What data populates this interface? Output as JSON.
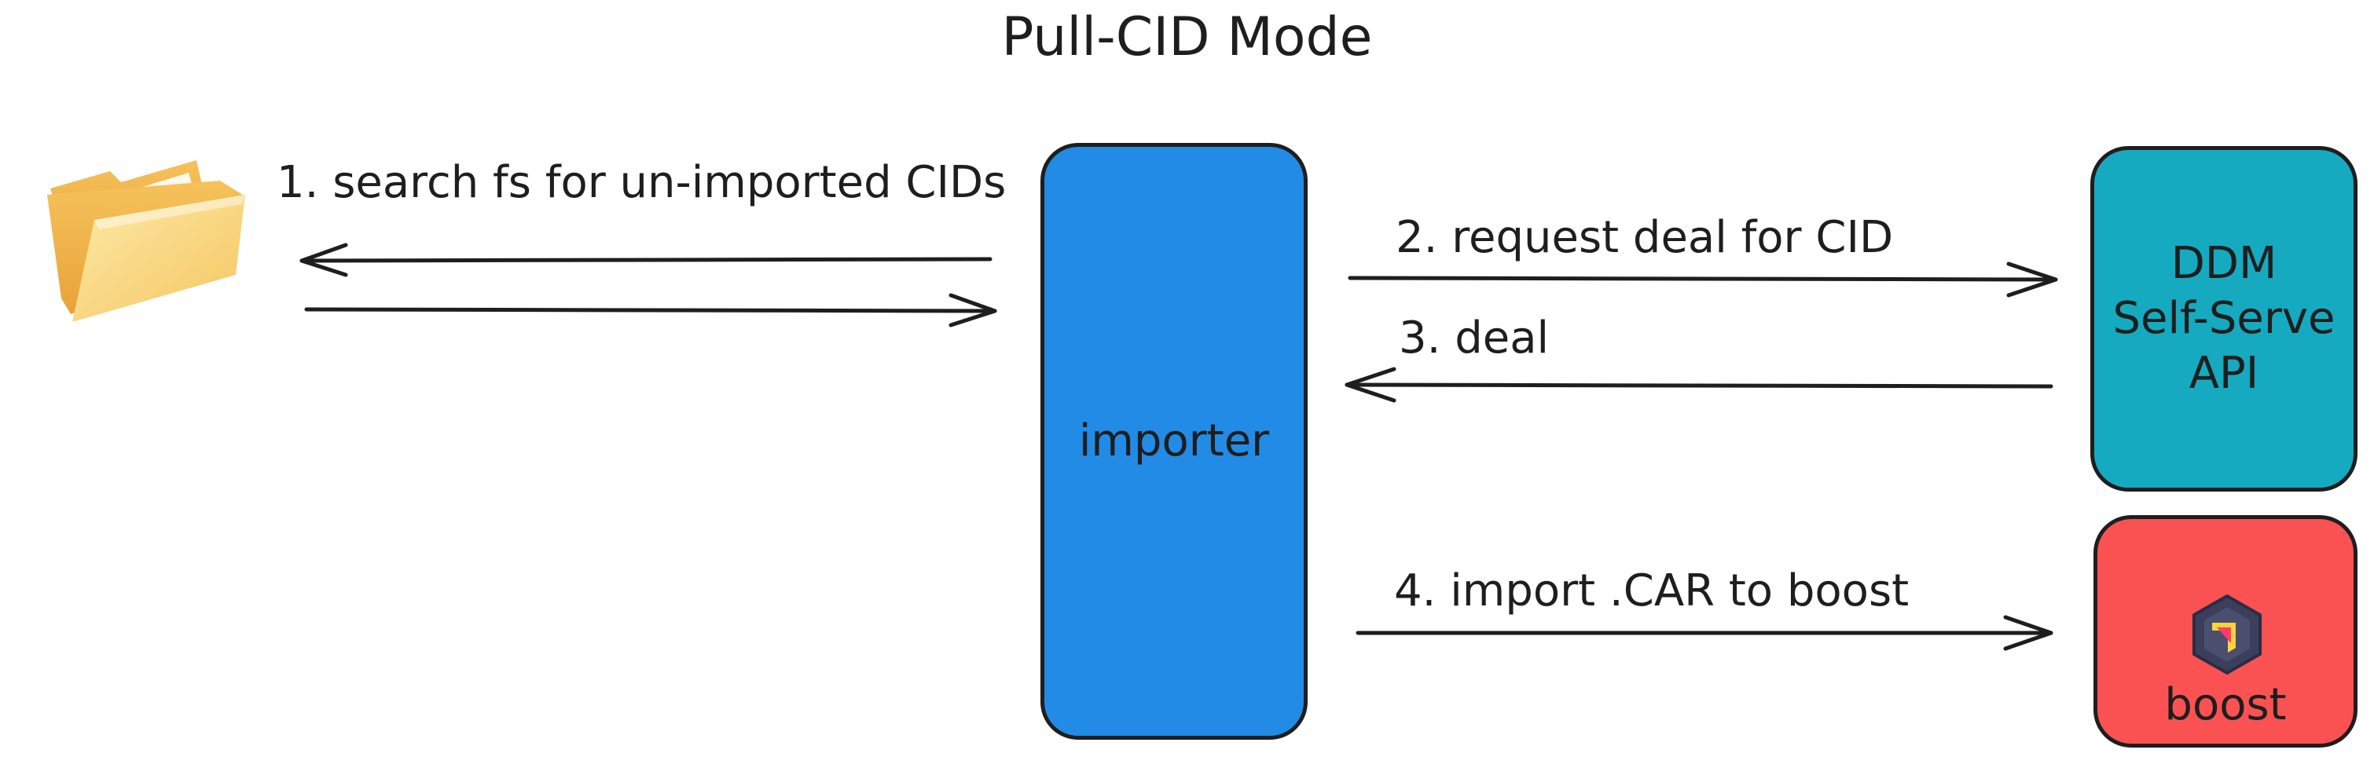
{
  "title": "Pull-CID Mode",
  "nodes": {
    "folder": {
      "icon": "folder-icon"
    },
    "importer": {
      "label": "importer",
      "color": "#228be6"
    },
    "ddm": {
      "lines": [
        "DDM",
        "Self-Serve",
        "API"
      ],
      "color": "#15aabf"
    },
    "boost": {
      "label": "boost",
      "icon": "boost-logo-icon",
      "color": "#fa5252"
    }
  },
  "edges": [
    {
      "label": "1. search fs for un-imported CIDs",
      "from": "importer",
      "to": "folder",
      "bidirectional": true
    },
    {
      "label": "2. request deal for CID",
      "from": "importer",
      "to": "ddm"
    },
    {
      "label": "3. deal",
      "from": "ddm",
      "to": "importer"
    },
    {
      "label": "4. import .CAR to boost",
      "from": "importer",
      "to": "boost"
    }
  ]
}
